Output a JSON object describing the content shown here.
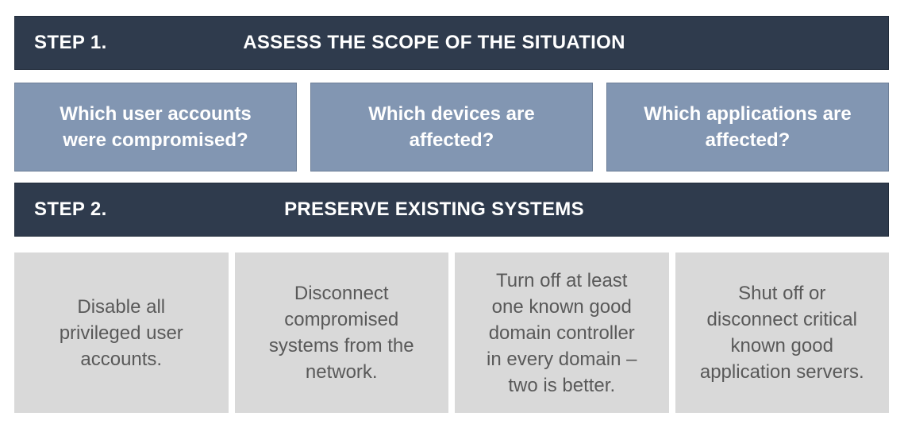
{
  "colors": {
    "header_bg": "#2F3B4D",
    "header_text": "#FFFFFF",
    "question_bg": "#8296B2",
    "question_text": "#FFFFFF",
    "action_bg": "#D9D9D9",
    "action_text": "#595959"
  },
  "steps": [
    {
      "label": "STEP 1.",
      "title": "ASSESS THE SCOPE OF THE SITUATION",
      "cards": [
        "Which user accounts\nwere compromised?",
        "Which devices are\naffected?",
        "Which applications are\naffected?"
      ]
    },
    {
      "label": "STEP 2.",
      "title": "PRESERVE EXISTING SYSTEMS",
      "cards": [
        "Disable all\nprivileged user\naccounts.",
        "Disconnect\ncompromised\nsystems from the\nnetwork.",
        "Turn off at least\none known good\ndomain controller\nin every domain –\ntwo is better.",
        "Shut off or\ndisconnect critical\nknown good\napplication servers."
      ]
    }
  ]
}
